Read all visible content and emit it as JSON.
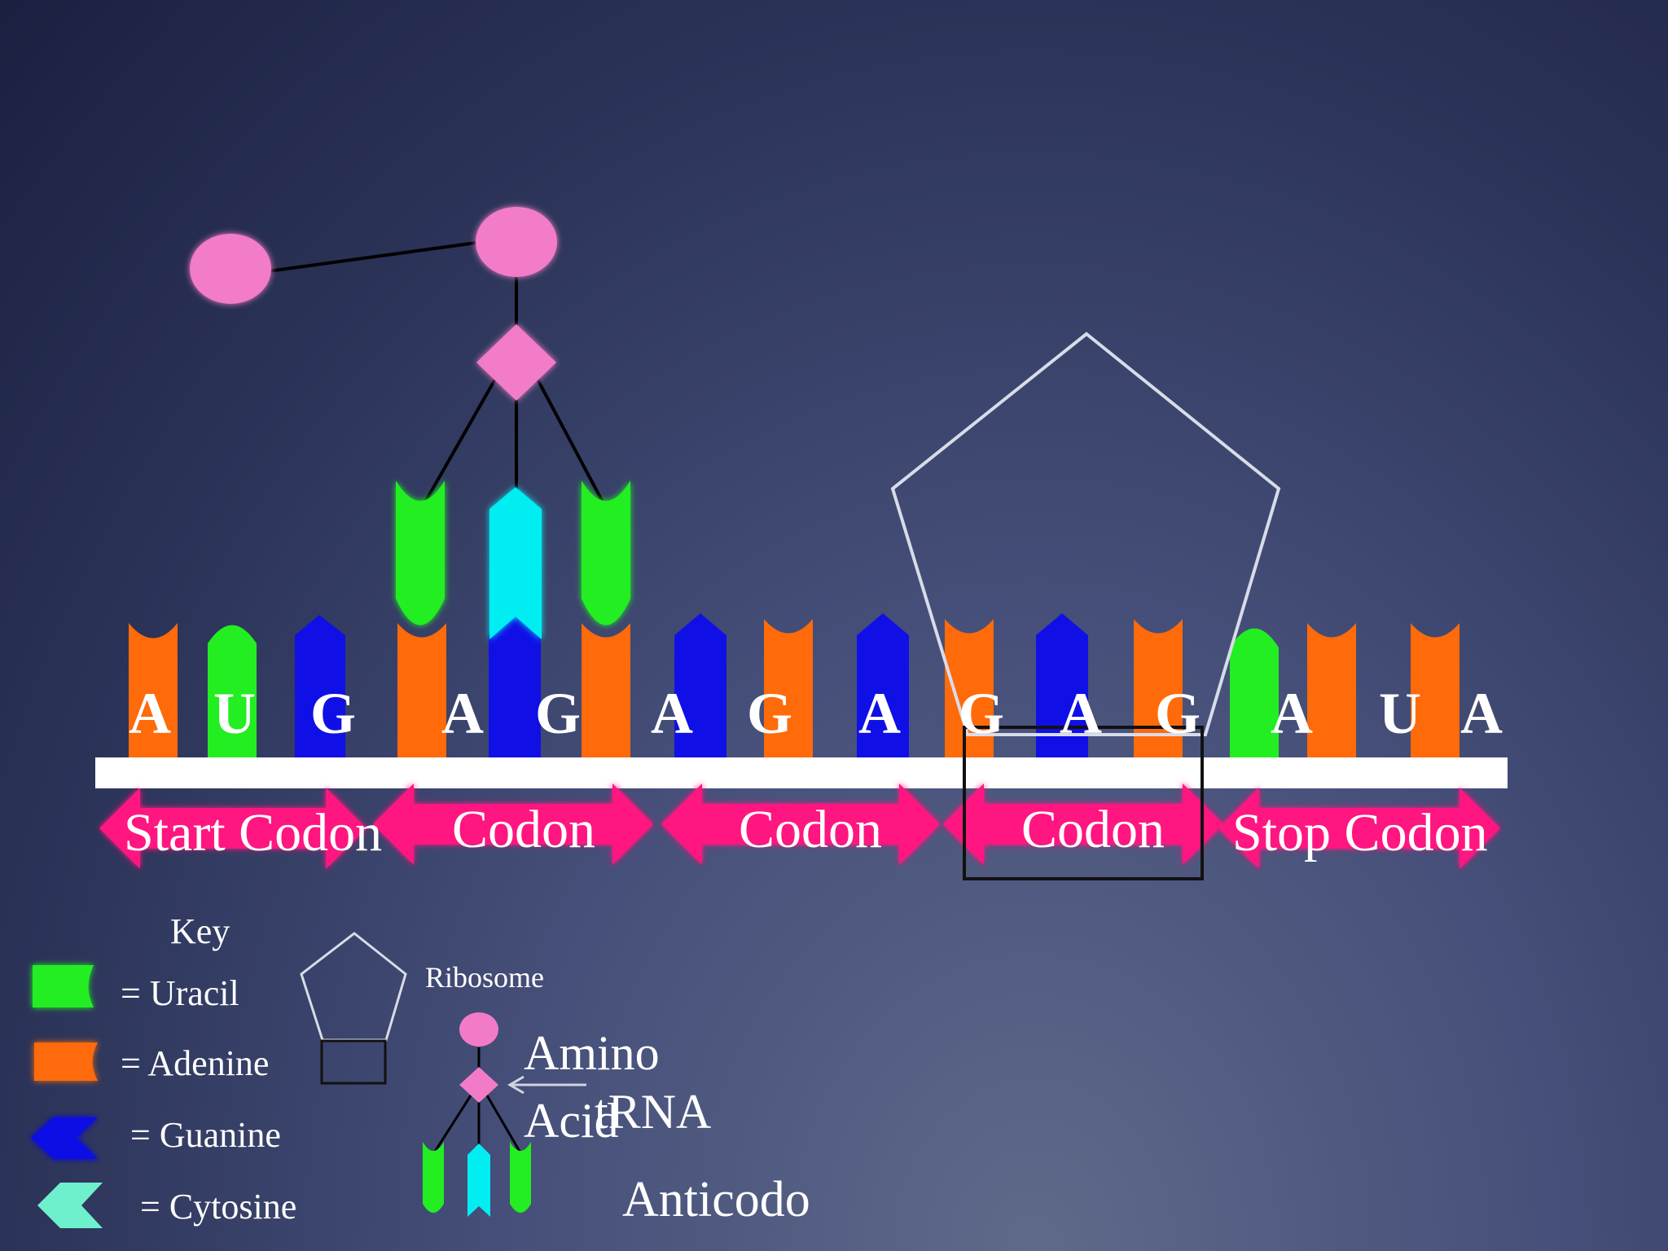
{
  "mrna_letters": [
    "A",
    "U",
    "G",
    "A",
    "G",
    "A",
    "G",
    "A",
    "G",
    "A",
    "G",
    "A",
    "U",
    "A"
  ],
  "mrna_overflow_letter": "A",
  "codon_labels": [
    "Start Codon",
    "Codon",
    "Codon",
    "Codon",
    "Stop Codon"
  ],
  "key": {
    "title": "Key",
    "uracil": "= Uracil",
    "adenine": "= Adenine",
    "guanine": "= Guanine",
    "cytosine": "= Cytosine",
    "ribosome": "Ribosome",
    "amino_acid": "Amino Acid",
    "trna": "tRNA",
    "anticodon": "Anticodon"
  },
  "colors": {
    "uracil": "#22ee22",
    "adenine": "#ff6a0a",
    "guanine": "#1010e6",
    "cytosine": "#00eef2",
    "amino_acid": "#f27bc8",
    "codon_arrow": "#ff1280",
    "mrna_strand": "#ffffff"
  }
}
